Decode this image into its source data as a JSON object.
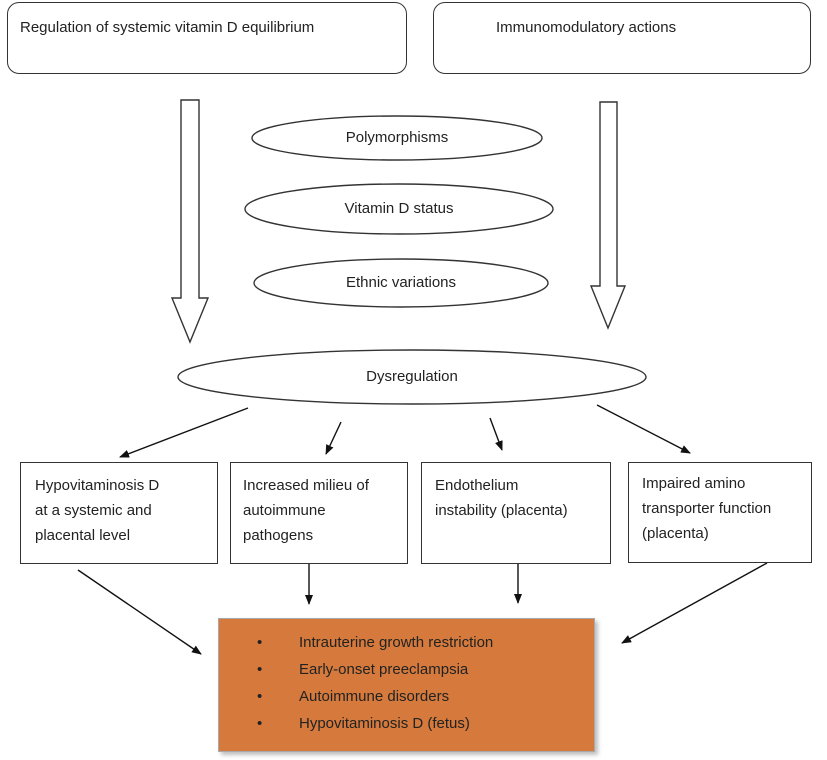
{
  "top_boxes": {
    "left": "Regulation of systemic vitamin D equilibrium",
    "right": "Immunomodulatory actions"
  },
  "factors": [
    "Polymorphisms",
    "Vitamin D status",
    "Ethnic variations"
  ],
  "central": "Dysregulation",
  "effects": [
    [
      "Hypovitaminosis D",
      "at a systemic and",
      "placental level"
    ],
    [
      "Increased milieu of",
      "autoimmune",
      "pathogens"
    ],
    [
      "Endothelium",
      "instability (placenta)"
    ],
    [
      "Impaired amino",
      "transporter function",
      "(placenta)"
    ]
  ],
  "outcomes": [
    "Intrauterine growth restriction",
    "Early-onset preeclampsia",
    "Autoimmune disorders",
    "Hypovitaminosis D (fetus)"
  ],
  "bullet": "•",
  "colors": {
    "outcome_fill": "#d57a3c",
    "stroke": "#333333"
  }
}
